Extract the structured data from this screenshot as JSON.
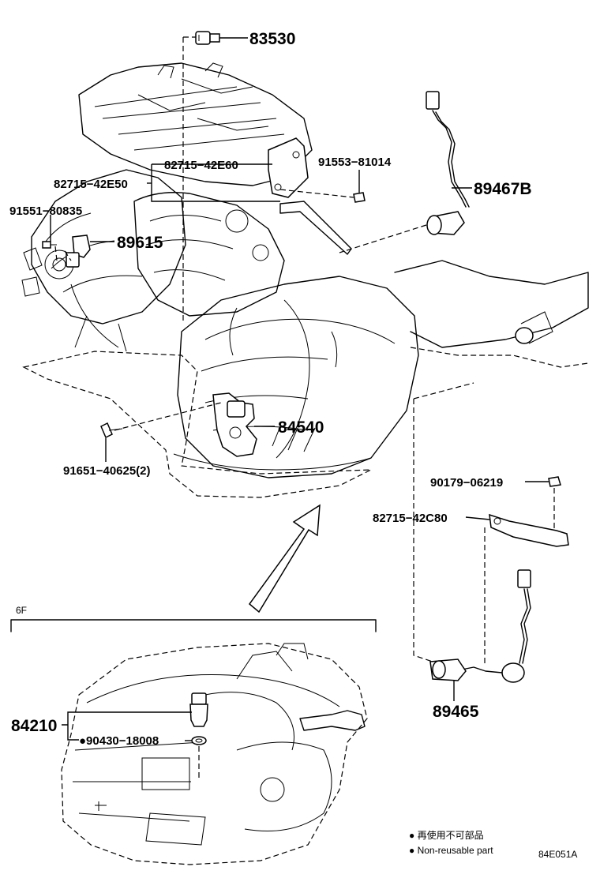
{
  "labels": {
    "p83530": "83530",
    "p82715_42E60": "82715−42E60",
    "p91553_81014": "91553−81014",
    "p82715_42E50": "82715−42E50",
    "p89467B": "89467B",
    "p91551_80835": "91551−80835",
    "p89615": "89615",
    "p84540": "84540",
    "p91651_40625": "91651−40625(2)",
    "p90179_06219": "90179−06219",
    "p82715_42C80": "82715−42C80",
    "p89465": "89465",
    "p84210": "84210",
    "p90430_18008": "●90430−18008"
  },
  "section_label": "6F",
  "legend": {
    "line1": "● 再使用不可部品",
    "line2": "● Non-reusable part"
  },
  "figure_code": "84E051A"
}
